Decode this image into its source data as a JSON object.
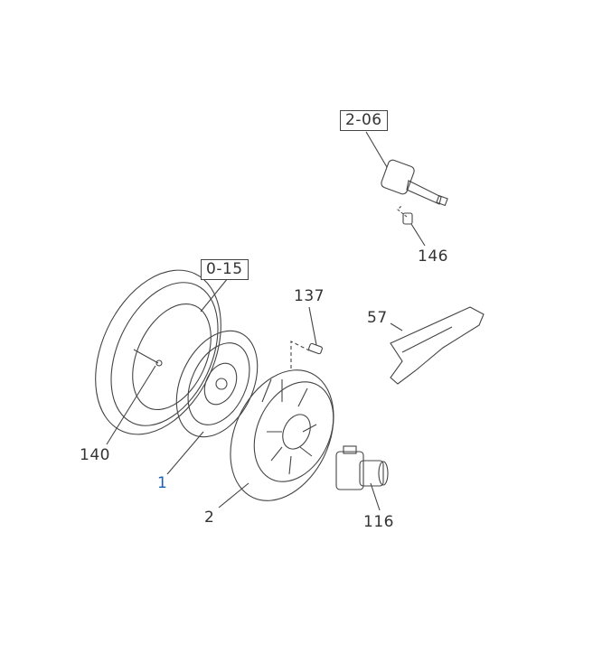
{
  "diagram": {
    "callouts": {
      "ref_2_06": "2-06",
      "part_146": "146",
      "ref_0_15": "0-15",
      "part_137": "137",
      "part_57": "57",
      "part_140": "140",
      "part_1": "1",
      "part_2": "2",
      "part_116": "116"
    },
    "colors": {
      "line": "#444444",
      "link": "#1a5fb4"
    }
  }
}
